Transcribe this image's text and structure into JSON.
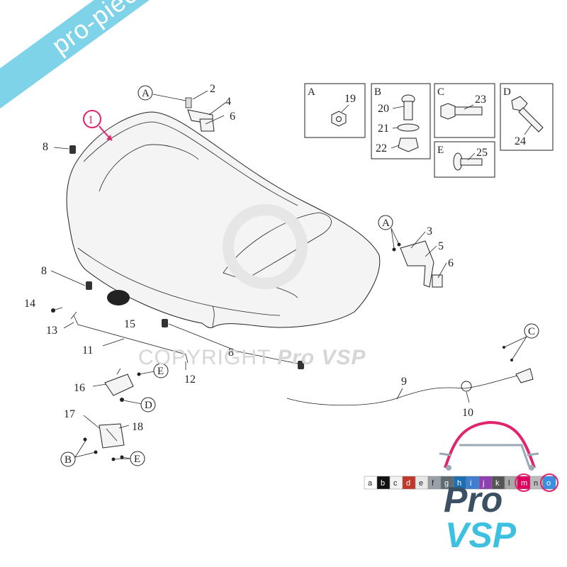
{
  "watermark": {
    "banner": "pro-piece-vsp.com",
    "copyright_text": "COPYRIGHT",
    "copyright_brand": "Pro VSP",
    "logo_line1": "Pro",
    "logo_line2": "VSP"
  },
  "callouts": {
    "n1": "1",
    "n2": "2",
    "n3": "3",
    "n4": "4",
    "n5": "5",
    "n6a": "6",
    "n6b": "6",
    "n8a": "8",
    "n8b": "8",
    "n8c": "8",
    "n9": "9",
    "n10": "10",
    "n11": "11",
    "n12": "12",
    "n13": "13",
    "n14": "14",
    "n15": "15",
    "n16": "16",
    "n17": "17",
    "n18": "18"
  },
  "circled_letters": {
    "top_a": "A",
    "mid_a": "A",
    "c_ref": "C",
    "e1": "E",
    "d1": "D",
    "b1": "B",
    "e2": "E"
  },
  "detail_boxes": [
    {
      "label": "A",
      "parts": [
        "19"
      ]
    },
    {
      "label": "B",
      "parts": [
        "20",
        "21",
        "22"
      ]
    },
    {
      "label": "C",
      "parts": [
        "23"
      ]
    },
    {
      "label": "D",
      "parts": [
        "24"
      ]
    },
    {
      "label": "E",
      "parts": [
        "25"
      ]
    }
  ],
  "color_swatches": {
    "labels": [
      "a",
      "b",
      "c",
      "d",
      "e",
      "f",
      "g",
      "h",
      "i",
      "j",
      "k",
      "l",
      "m",
      "n",
      "o"
    ],
    "colors": [
      "#ffffff",
      "#111111",
      "#f2f2f2",
      "#c0392b",
      "#e8e8e8",
      "#9aa0a6",
      "#5f6b73",
      "#1c6fb0",
      "#3f7fd1",
      "#8e3fb0",
      "#555555",
      "#a9a9a9",
      "#e0005e",
      "#bbbbbb",
      "#3a8fe0"
    ],
    "highlighted": [
      "m",
      "o"
    ]
  },
  "accent_colors": {
    "highlight": "#e0246e",
    "banner": "#7fd3e8"
  }
}
